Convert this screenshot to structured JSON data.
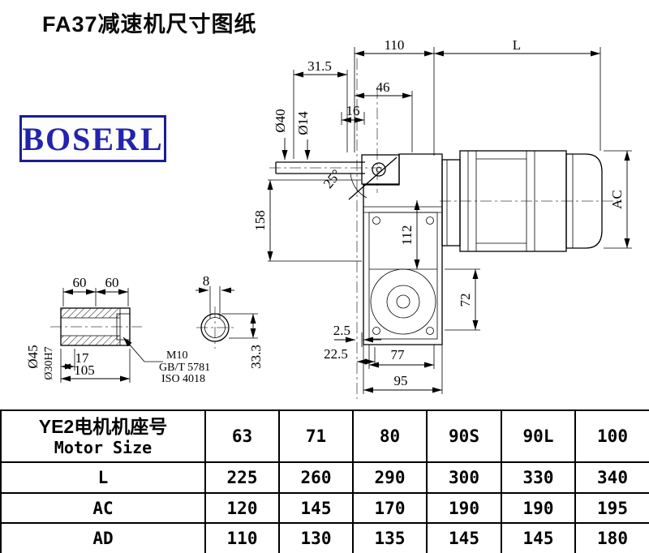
{
  "title": "FA37减速机尺寸图纸",
  "logo": {
    "text": "BOSERL"
  },
  "drawing": {
    "dims": {
      "top_width": "110",
      "motor_length": "L",
      "d31_5": "31.5",
      "d46": "46",
      "d16": "16",
      "dia40": "Ø40",
      "dia14": "Ø14",
      "angle": "25°",
      "d158": "158",
      "d112": "112",
      "ac": "AC",
      "d72": "72",
      "d2_5": "2.5",
      "d22_5": "22.5",
      "d77": "77",
      "d95": "95"
    },
    "shaft_detail": {
      "d60a": "60",
      "d60b": "60",
      "dia45": "Ø45",
      "dia30h7": "Ø30H7",
      "d17": "17",
      "d105": "105",
      "thread": "M10",
      "std1": "GB/T 5781",
      "std2": "ISO 4018"
    },
    "bore_detail": {
      "d8": "8",
      "d33_3": "33.3"
    }
  },
  "table": {
    "header_cn": "YE2电机机座号",
    "header_en": "Motor Size",
    "sizes": [
      "63",
      "71",
      "80",
      "90S",
      "90L",
      "100"
    ],
    "rows": [
      {
        "label": "L",
        "values": [
          "225",
          "260",
          "290",
          "300",
          "330",
          "340"
        ]
      },
      {
        "label": "AC",
        "values": [
          "120",
          "145",
          "170",
          "190",
          "190",
          "195"
        ]
      },
      {
        "label": "AD",
        "values": [
          "110",
          "130",
          "135",
          "145",
          "145",
          "180"
        ]
      }
    ]
  }
}
